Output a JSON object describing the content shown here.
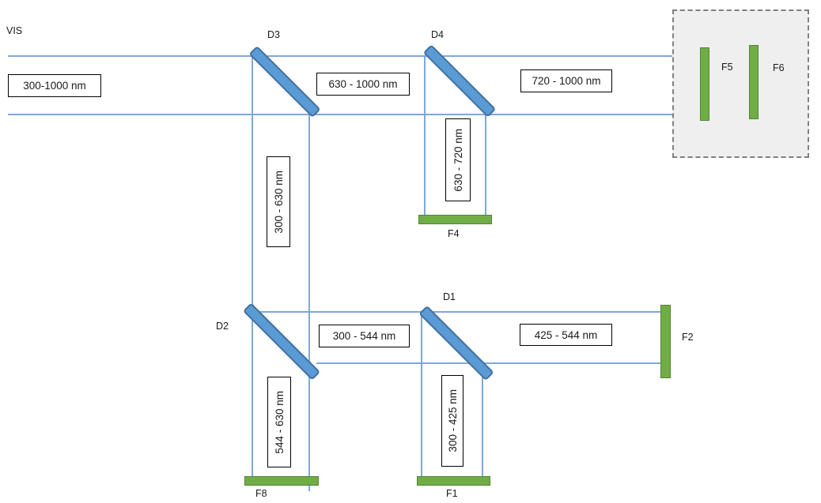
{
  "labels": {
    "source": "VIS",
    "mirror_d1": "D1",
    "mirror_d2": "D2",
    "mirror_d3": "D3",
    "mirror_d4": "D4",
    "filter_f1": "F1",
    "filter_f2": "F2",
    "filter_f4": "F4",
    "filter_f5": "F5",
    "filter_f6": "F6",
    "filter_f8": "F8"
  },
  "bands": {
    "input": "300-1000 nm",
    "after_d3_transmitted": "630 - 1000 nm",
    "after_d4_transmitted": "720 - 1000 nm",
    "after_d3_reflected": "300 - 630 nm",
    "after_d4_reflected": "630 - 720 nm",
    "after_d2_transmitted": "300 - 544 nm",
    "after_d1_transmitted": "425 - 544 nm",
    "after_d2_reflected": "544 - 630 nm",
    "after_d1_reflected": "300 - 425 nm"
  },
  "colors": {
    "beam": "#7FA8D8",
    "mirror_fill": "#5B9BD5",
    "mirror_border": "#41719C",
    "filter_fill": "#70AD47",
    "filter_border": "#548235",
    "enclosure_fill": "#EFEFEF",
    "enclosure_border": "#7F7F7F",
    "label_box_border": "#000000"
  }
}
